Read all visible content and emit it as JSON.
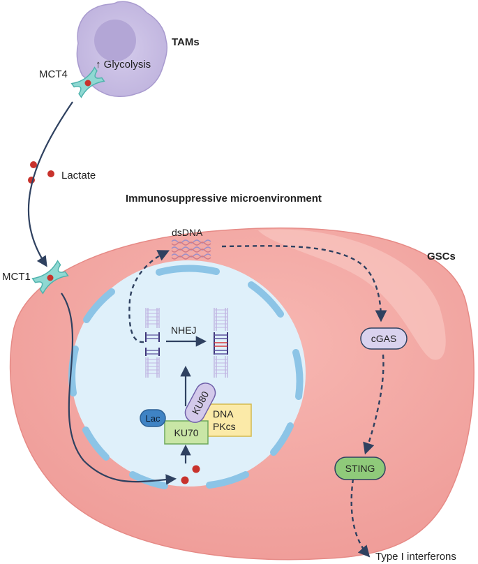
{
  "labels": {
    "tams": "TAMs",
    "glycolysis": "↑ Glycolysis",
    "mct4": "MCT4",
    "lactate": "Lactate",
    "microenvironment": "Immunosuppressive microenvironment",
    "dsdna": "dsDNA",
    "gscs": "GSCs",
    "mct1": "MCT1",
    "nhej": "NHEJ",
    "cgas": "cGAS",
    "ku80": "KU80",
    "dna_pkcs_line1": "DNA",
    "dna_pkcs_line2": "PKcs",
    "lac": "Lac",
    "ku70": "KU70",
    "sting": "STING",
    "type1_ifn": "Type I interferons"
  },
  "colors": {
    "tam_cell": "#c9bfe3",
    "tam_nucleus": "#b3a6d6",
    "gsc_cell": "#f2a6a2",
    "nucleus": "#dff0fa",
    "nuclear_membrane": "#8cc4e6",
    "transporter": "#8fd8d2",
    "lactate_dot": "#c8322c",
    "arrow": "#2f4160",
    "cgas_fill": "#d9d2ee",
    "sting_fill": "#8fca7a",
    "ku70_fill": "#c9e6a6",
    "dnapkcs_fill": "#fbeaa8",
    "ku80_fill": "#d3c9ea",
    "lac_fill": "#3f83c4"
  }
}
